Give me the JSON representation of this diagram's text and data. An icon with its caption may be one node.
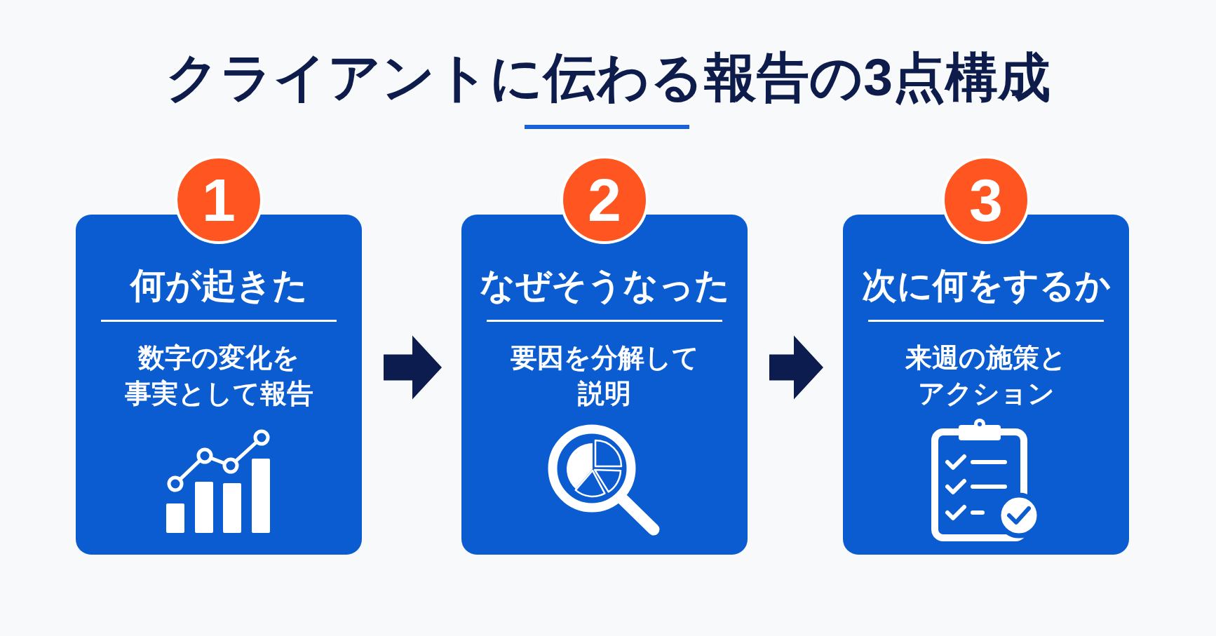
{
  "diagram": {
    "title": "クライアントに伝わる報告の3点構成",
    "nodes": [
      {
        "text": [
          "1"
        ]
      },
      {
        "text": [
          "何が起きた",
          "数字の変化を事実として報告"
        ]
      },
      {
        "text": [
          "2"
        ]
      },
      {
        "text": [
          "なぜそうなった",
          "要因を分解して説明"
        ]
      },
      {
        "text": [
          "3"
        ]
      },
      {
        "text": [
          "次に何をするか",
          "来週の施策とアクション"
        ]
      }
    ],
    "edges": [
      {
        "from": 1,
        "to": 3,
        "arrow": "to"
      },
      {
        "from": 3,
        "to": 5,
        "arrow": "to"
      }
    ]
  }
}
